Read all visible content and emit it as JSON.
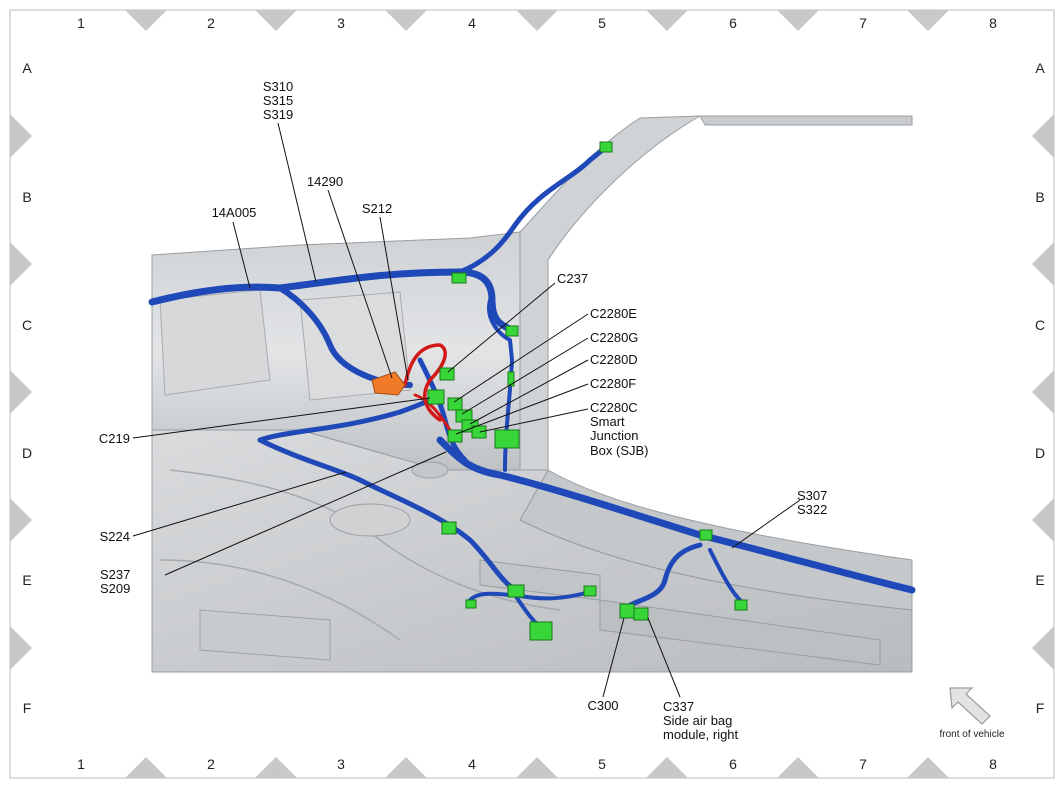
{
  "grid": {
    "columns": [
      "1",
      "2",
      "3",
      "4",
      "5",
      "6",
      "7",
      "8"
    ],
    "rows": [
      "A",
      "B",
      "C",
      "D",
      "E",
      "F"
    ]
  },
  "labels": {
    "splice_top": [
      "S310",
      "S315",
      "S319"
    ],
    "n14290": "14290",
    "s212": "S212",
    "n14a005": "14A005",
    "c237": "C237",
    "c2280e": "C2280E",
    "c2280g": "C2280G",
    "c2280d": "C2280D",
    "c2280f": "C2280F",
    "sjb": [
      "C2280C",
      "Smart",
      "Junction",
      "Box (SJB)"
    ],
    "c219": "C219",
    "s224": "S224",
    "s237_s209": [
      "S237",
      "S209"
    ],
    "s307_s322": [
      "S307",
      "S322"
    ],
    "c300": "C300",
    "c337": [
      "C337",
      "Side air bag",
      "module, right"
    ],
    "front": "front of vehicle"
  },
  "colors": {
    "harness": "#1f48b8",
    "connector": "#39d63a",
    "relay": "#f07a28",
    "red_wire": "#d41818",
    "grid_marker": "#c8c8c8"
  }
}
